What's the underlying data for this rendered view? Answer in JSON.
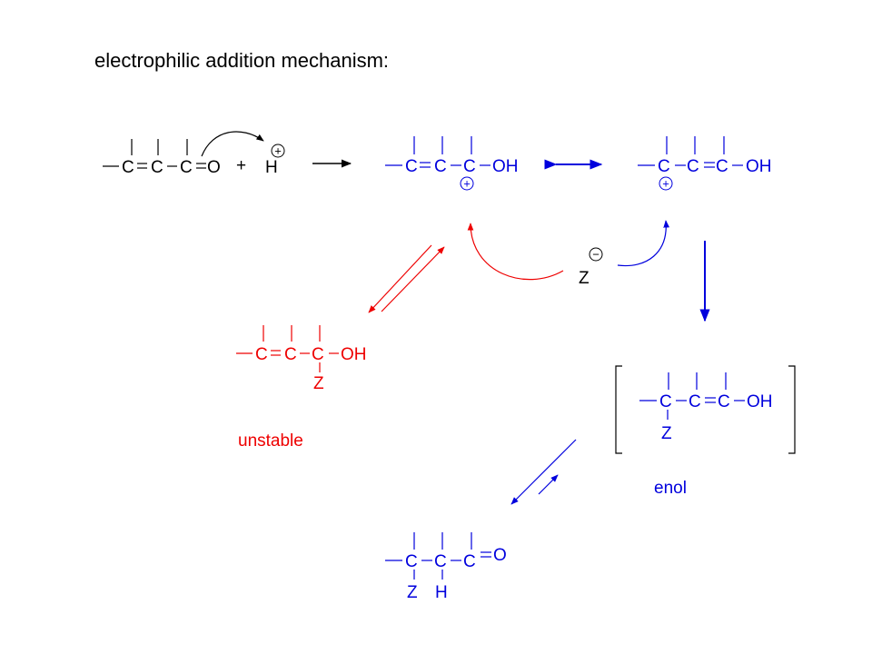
{
  "title": "electrophilic addition mechanism:",
  "colors": {
    "black": "#000000",
    "blue": "#0000dd",
    "red": "#ee0000"
  },
  "symbols": {
    "plus": "+"
  },
  "labels": {
    "unstable": "unstable",
    "enol": "enol"
  },
  "atoms": {
    "C": "C",
    "O": "O",
    "OH": "OH",
    "H": "H",
    "Z": "Z"
  },
  "charges": {
    "positive": "+",
    "negative": "−"
  }
}
